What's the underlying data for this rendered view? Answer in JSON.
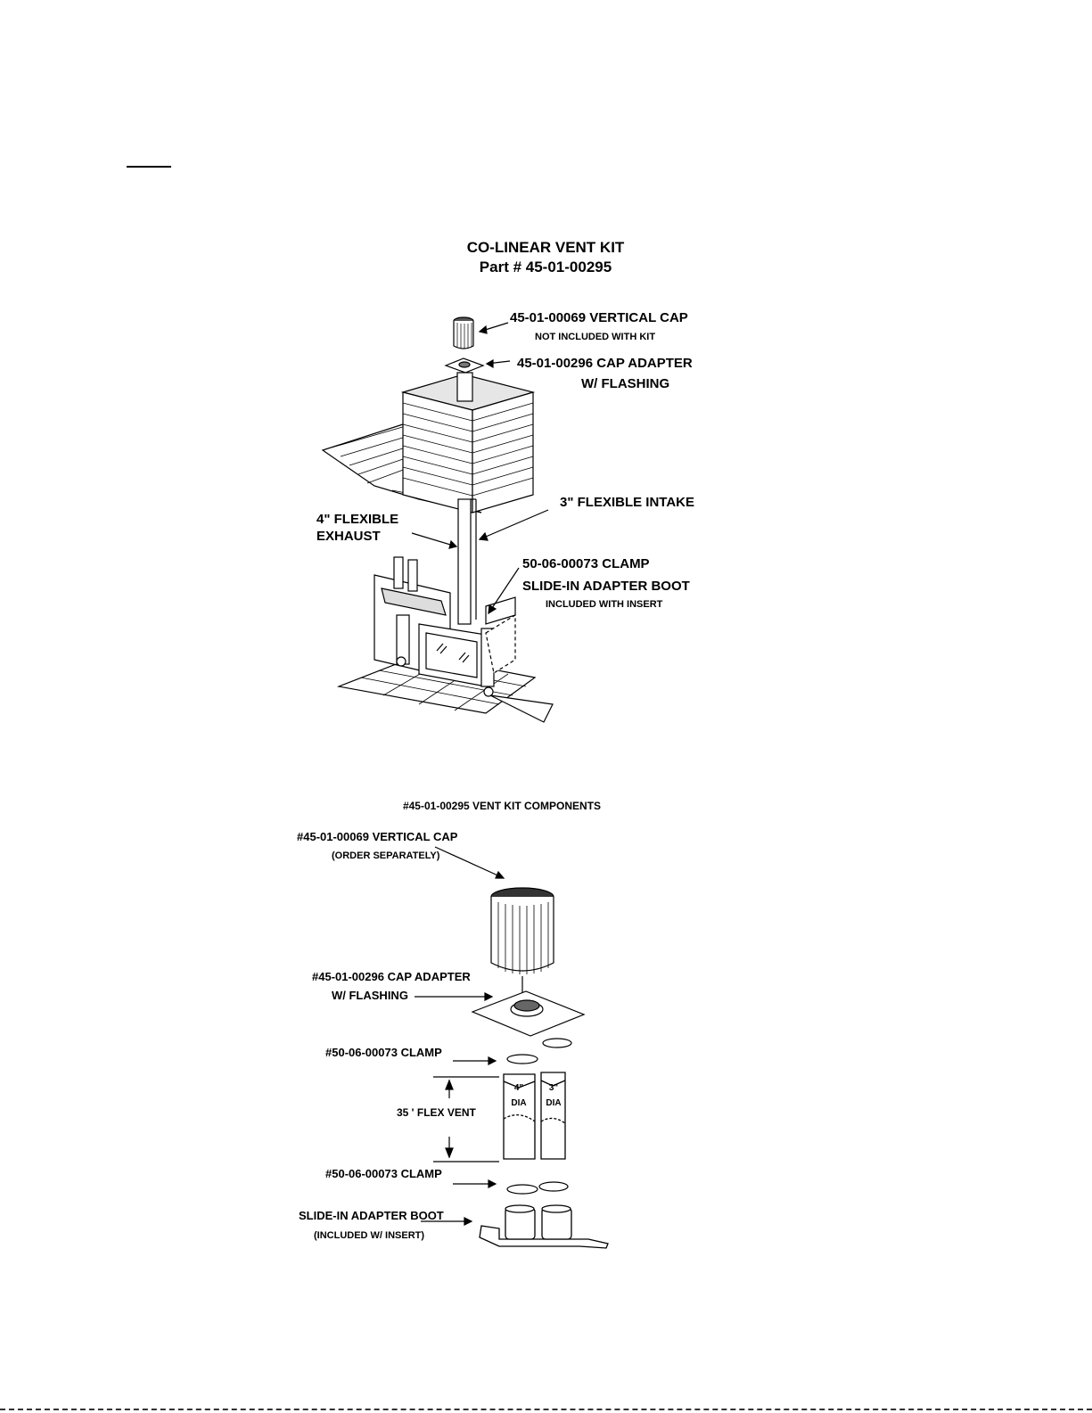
{
  "diagram1": {
    "title": "CO-LINEAR VENT KIT",
    "subtitle": "Part # 45-01-00295",
    "labels": {
      "vertical_cap": "45-01-00069 VERTICAL CAP",
      "vertical_cap_note": "NOT INCLUDED WITH KIT",
      "cap_adapter": "45-01-00296 CAP ADAPTER",
      "cap_adapter_note": "W/ FLASHING",
      "intake": "3\" FLEXIBLE INTAKE",
      "exhaust_1": "4\" FLEXIBLE",
      "exhaust_2": "EXHAUST",
      "clamp": "50-06-00073  CLAMP",
      "boot": "SLIDE-IN ADAPTER BOOT",
      "boot_note": "INCLUDED WITH INSERT"
    }
  },
  "diagram2": {
    "title": "#45-01-00295  VENT KIT COMPONENTS",
    "labels": {
      "vertical_cap": "#45-01-00069  VERTICAL CAP",
      "vertical_cap_note": "(ORDER SEPARATELY)",
      "cap_adapter": "#45-01-00296 CAP ADAPTER",
      "cap_adapter_note": "W/ FLASHING",
      "clamp_top": "#50-06-00073  CLAMP",
      "flex_vent": "35 ' FLEX VENT",
      "dia4_a": "4\"",
      "dia4_b": "DIA",
      "dia3_a": "3\"",
      "dia3_b": "DIA",
      "clamp_bottom": "#50-06-00073  CLAMP",
      "boot": "SLIDE-IN ADAPTER BOOT",
      "boot_note": "(INCLUDED  W/ INSERT)"
    }
  }
}
